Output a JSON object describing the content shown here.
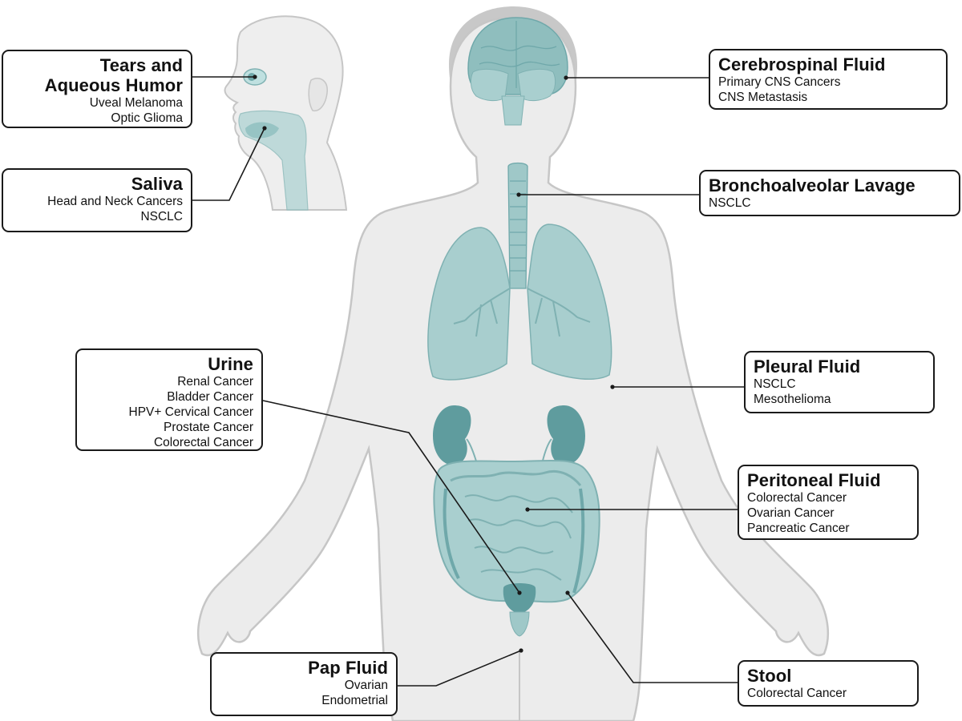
{
  "colors": {
    "body_fill": "#ececec",
    "body_outline": "#c6c6c6",
    "organ_fill": "#9fc8c8",
    "organ_dark": "#5f9c9e",
    "organ_line": "#7fb1b2",
    "callout_border": "#1a1a1a"
  },
  "callouts": {
    "tears": {
      "title": "Tears and Aqueous Humor",
      "items": [
        "Uveal Melanoma",
        "Optic Glioma"
      ]
    },
    "saliva": {
      "title": "Saliva",
      "items": [
        "Head and Neck Cancers",
        "NSCLC"
      ]
    },
    "urine": {
      "title": "Urine",
      "items": [
        "Renal Cancer",
        "Bladder Cancer",
        "HPV+ Cervical Cancer",
        "Prostate Cancer",
        "Colorectal Cancer"
      ]
    },
    "pap": {
      "title": "Pap Fluid",
      "items": [
        "Ovarian",
        "Endometrial"
      ]
    },
    "csf": {
      "title": "Cerebrospinal Fluid",
      "items": [
        "Primary CNS Cancers",
        "CNS Metastasis"
      ]
    },
    "bal": {
      "title": "Bronchoalveolar Lavage",
      "items": [
        "NSCLC"
      ]
    },
    "pleural": {
      "title": "Pleural Fluid",
      "items": [
        "NSCLC",
        "Mesothelioma"
      ]
    },
    "peritoneal": {
      "title": "Peritoneal Fluid",
      "items": [
        "Colorectal Cancer",
        "Ovarian Cancer",
        "Pancreatic Cancer"
      ]
    },
    "stool": {
      "title": "Stool",
      "items": [
        "Colorectal Cancer"
      ]
    }
  }
}
